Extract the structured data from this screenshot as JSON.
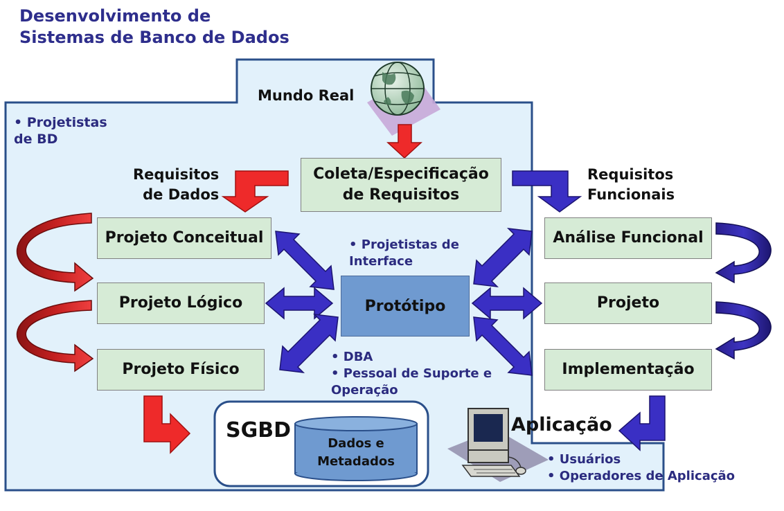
{
  "title": {
    "line1": "Desenvolvimento de",
    "line2": "Sistemas de Banco de Dados"
  },
  "mundo_real": "Mundo Real",
  "projetistas_bd": {
    "line1": "• Projetistas",
    "line2": "de BD"
  },
  "requisitos_dados": {
    "line1": "Requisitos",
    "line2": "de Dados"
  },
  "requisitos_funcionais": {
    "line1": "Requisitos",
    "line2": "Funcionais"
  },
  "coleta": {
    "line1": "Coleta/Especificação",
    "line2": "de Requisitos"
  },
  "projeto_conceitual": "Projeto Conceitual",
  "projeto_logico": "Projeto Lógico",
  "projeto_fisico": "Projeto Físico",
  "prototipo": "Protótipo",
  "projetistas_interface": {
    "line1": "• Projetistas de",
    "line2": "Interface"
  },
  "analise_funcional": "Análise Funcional",
  "projeto": "Projeto",
  "implementacao": "Implementação",
  "suporte": {
    "line1": "• DBA",
    "line2": "• Pessoal de Suporte e",
    "line3": "Operação"
  },
  "sgbd": "SGBD",
  "dados_metadados": {
    "line1": "Dados e",
    "line2": "Metadados"
  },
  "aplicacao": "Aplicação",
  "usuarios": {
    "line1": "• Usuários",
    "line2": "• Operadores de Aplicação"
  },
  "colors": {
    "panel": "#e2f1fb",
    "panel_border": "#2a4f8a",
    "box": "#d6ebd6",
    "prototype": "#6f9ad0",
    "red_arrow": "#ee2a2a",
    "blue_arrow": "#3a2fc4",
    "title": "#2e2e8c"
  }
}
